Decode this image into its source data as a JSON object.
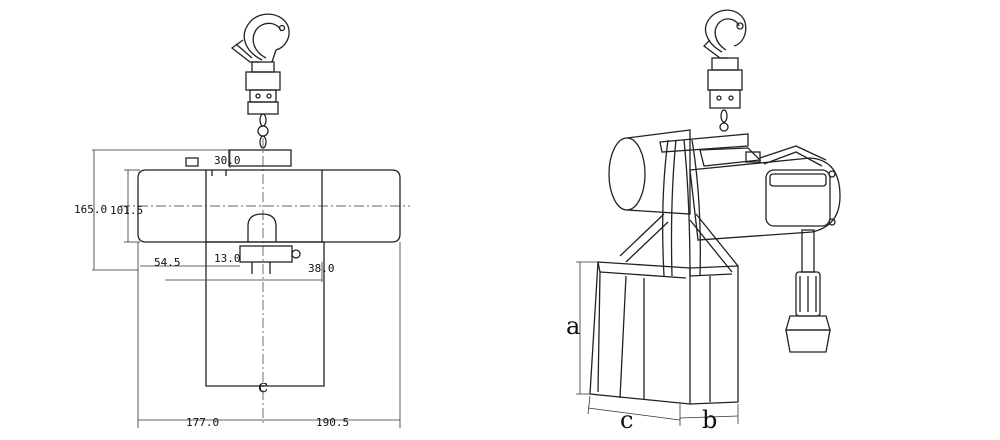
{
  "front_view": {
    "dimensions": {
      "top_offset": "30.0",
      "overall_height": "165.0",
      "body_height": "101.5",
      "left_offset": "54.5",
      "center_offset": "13.0",
      "right_offset": "38.0",
      "left_width": "177.0",
      "right_width": "190.5"
    },
    "label_c": "c"
  },
  "perspective_view": {
    "label_a": "a",
    "label_c": "c",
    "label_b": "b"
  },
  "colors": {
    "line": "#222222",
    "dim": "#333333",
    "background": "#ffffff"
  }
}
